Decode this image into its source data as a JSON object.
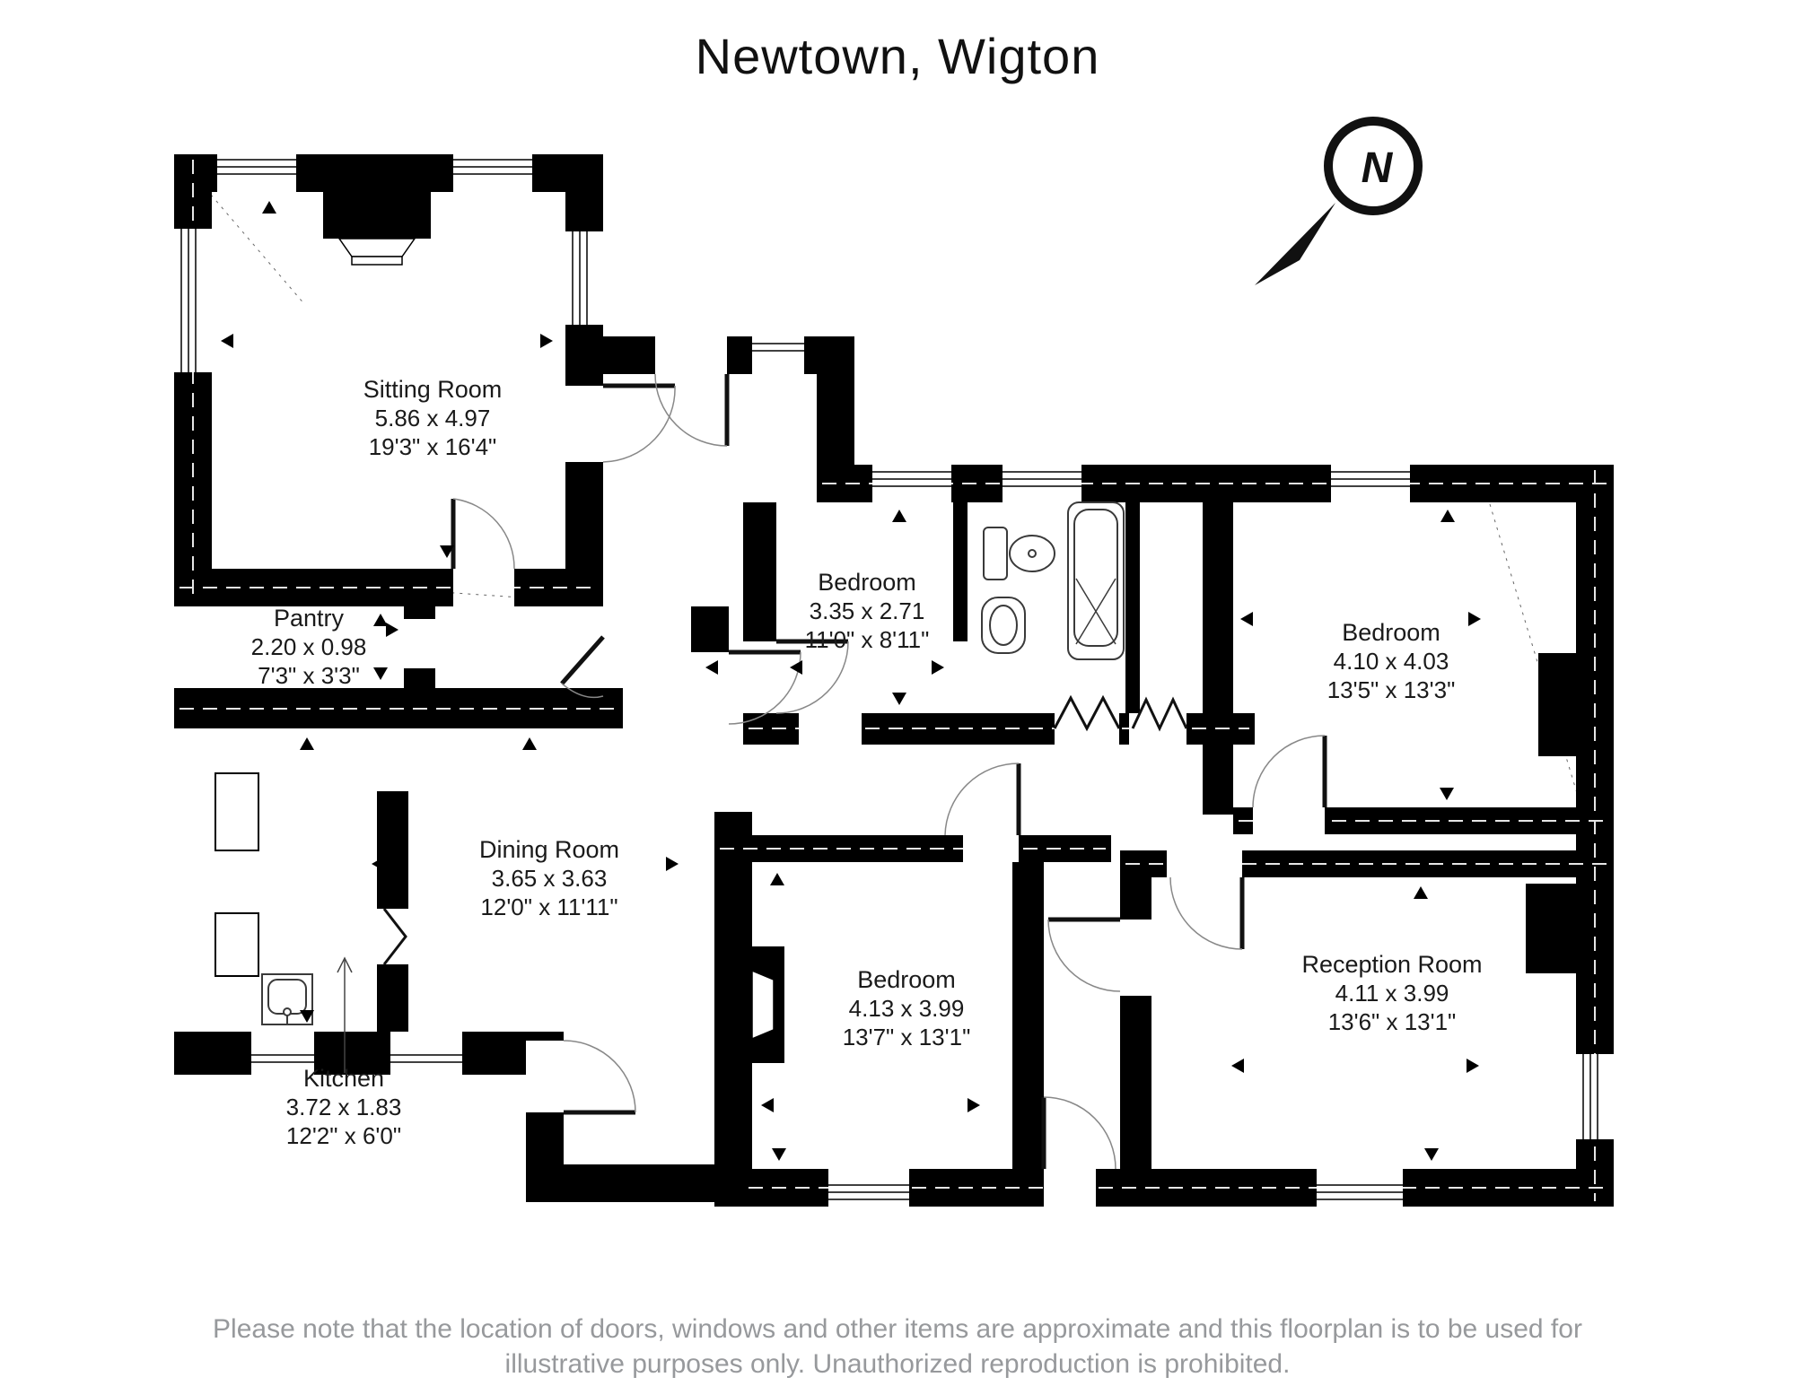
{
  "title": "Newtown, Wigton",
  "compass": {
    "label": "N"
  },
  "rooms": [
    {
      "name": "Sitting Room",
      "metric": "5.86 x 4.97",
      "imperial": "19'3\" x 16'4\""
    },
    {
      "name": "Pantry",
      "metric": "2.20 x 0.98",
      "imperial": "7'3\" x 3'3\""
    },
    {
      "name": "Bedroom",
      "metric": "3.35 x 2.71",
      "imperial": "11'0\" x 8'11\""
    },
    {
      "name": "Bedroom",
      "metric": "4.10 x 4.03",
      "imperial": "13'5\" x 13'3\""
    },
    {
      "name": "Dining Room",
      "metric": "3.65 x 3.63",
      "imperial": "12'0\" x 11'11\""
    },
    {
      "name": "Bedroom",
      "metric": "4.13 x 3.99",
      "imperial": "13'7\" x 13'1\""
    },
    {
      "name": "Reception Room",
      "metric": "4.11 x 3.99",
      "imperial": "13'6\" x 13'1\""
    },
    {
      "name": "Kitchen",
      "metric": "3.72 x 1.83",
      "imperial": "12'2\" x 6'0\""
    }
  ],
  "footer": {
    "disclaimer": "Please note that the location of doors, windows and other items are approximate and this floorplan is to be used for illustrative purposes only. Unauthorized reproduction is prohibited."
  },
  "colors": {
    "wall": "#000000",
    "label_text": "#1a1a1a",
    "disclaimer_text": "#97999c",
    "fixture_stroke": "#3a3a3a"
  }
}
